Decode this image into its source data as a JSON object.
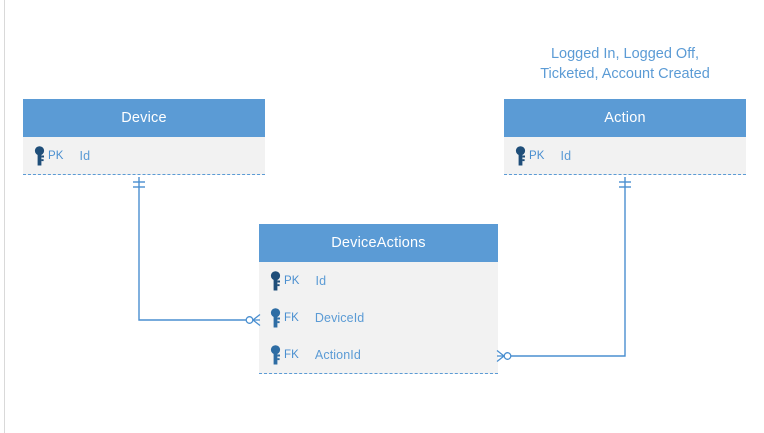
{
  "diagram": {
    "type": "entity-relationship-diagram",
    "background": "#ffffff",
    "accent_color": "#5b9bd5",
    "header_color": "#5b9bd5",
    "row_color": "#f2f2f2",
    "key_icon_color": "#1f4e79",
    "text_color": "#5b9bd5",
    "header_text_color": "#ffffff"
  },
  "entities": [
    {
      "id": "device",
      "title": "Device",
      "fields": [
        {
          "key_type": "PK",
          "name": "Id",
          "icon": "key-icon"
        }
      ]
    },
    {
      "id": "action",
      "title": "Action",
      "fields": [
        {
          "key_type": "PK",
          "name": "Id",
          "icon": "key-icon"
        }
      ]
    },
    {
      "id": "deviceactions",
      "title": "DeviceActions",
      "fields": [
        {
          "key_type": "PK",
          "name": "Id",
          "icon": "key-icon"
        },
        {
          "key_type": "FK",
          "name": "DeviceId",
          "icon": "key-icon"
        },
        {
          "key_type": "FK",
          "name": "ActionId",
          "icon": "key-icon"
        }
      ]
    }
  ],
  "annotations": [
    {
      "id": "action-values-note",
      "line1": "Logged In, Logged Off,",
      "line2": "Ticketed, Account Created",
      "target": "Action"
    }
  ],
  "relationships": [
    {
      "id": "device-to-deviceactions",
      "from": "Device.Id",
      "to": "DeviceActions.DeviceId",
      "from_cardinality": "one-and-only-one",
      "to_cardinality": "zero-or-many"
    },
    {
      "id": "action-to-deviceactions",
      "from": "Action.Id",
      "to": "DeviceActions.ActionId",
      "from_cardinality": "one-and-only-one",
      "to_cardinality": "zero-or-many"
    }
  ]
}
